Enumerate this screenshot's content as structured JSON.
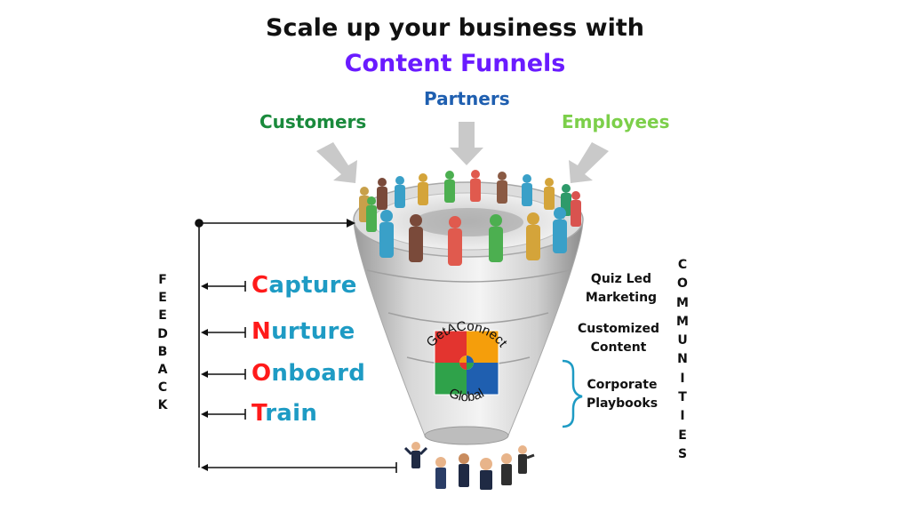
{
  "title": {
    "line1": "Scale up your business with",
    "line2": "Content Funnels"
  },
  "sources": {
    "customers": "Customers",
    "partners": "Partners",
    "employees": "Employees"
  },
  "steps": [
    {
      "initial": "C",
      "rest": "apture"
    },
    {
      "initial": "N",
      "rest": "urture"
    },
    {
      "initial": "O",
      "rest": "nboard"
    },
    {
      "initial": "T",
      "rest": "rain"
    }
  ],
  "feedback_letters": [
    "F",
    "E",
    "E",
    "D",
    "B",
    "A",
    "C",
    "K"
  ],
  "communities_letters": [
    "C",
    "O",
    "M",
    "M",
    "U",
    "N",
    "I",
    "T",
    "I",
    "E",
    "S"
  ],
  "content_types": {
    "quiz": [
      "Quiz Led",
      "Marketing"
    ],
    "customized": [
      "Customized",
      "Content"
    ],
    "corporate": [
      "Corporate",
      "Playbooks"
    ]
  },
  "logo": {
    "top": "GetAConnect",
    "bottom": "Global"
  },
  "colors": {
    "title_accent": "#6a1bff",
    "customers": "#1a8a3c",
    "partners": "#1f5fb0",
    "employees": "#7ccf4a",
    "steps": "#1e9bc4",
    "step_initial": "#ff1a1a",
    "brace": "#1e9bc4"
  }
}
